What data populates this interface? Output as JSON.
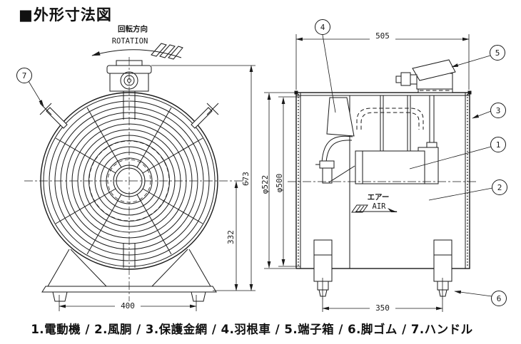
{
  "title": "■外形寸法図",
  "caption": "1.電動機 / 2.風胴 / 3.保護金網 / 4.羽根車 / 5.端子箱 / 6.脚ゴム / 7.ハンドル",
  "colors": {
    "ink": "#1a1a1a",
    "paper": "#ffffff"
  },
  "front": {
    "rotation_jp": "回転方向",
    "rotation_en": "ROTATION",
    "dim_total_height": "673",
    "dim_axis_height": "332",
    "dim_base_width": "400",
    "callout_handle": "7"
  },
  "side": {
    "air_jp": "エアー",
    "air_en": "AIR",
    "dim_length": "505",
    "dim_outer_dia": "φ522",
    "dim_inner_dia": "φ500",
    "dim_leg_span": "350",
    "callout_motor": "1",
    "callout_casing": "2",
    "callout_guard": "3",
    "callout_impeller": "4",
    "callout_terminal_box": "5",
    "callout_rubber_foot": "6"
  }
}
